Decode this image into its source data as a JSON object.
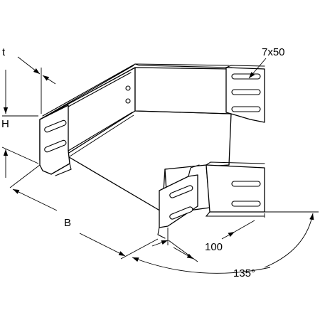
{
  "drawing": {
    "labels": {
      "thickness": "t",
      "height": "H",
      "slot_size": "7x50",
      "width": "B",
      "flange_length": "100",
      "angle": "135°"
    },
    "line_color": "#000000",
    "background": "#ffffff"
  }
}
